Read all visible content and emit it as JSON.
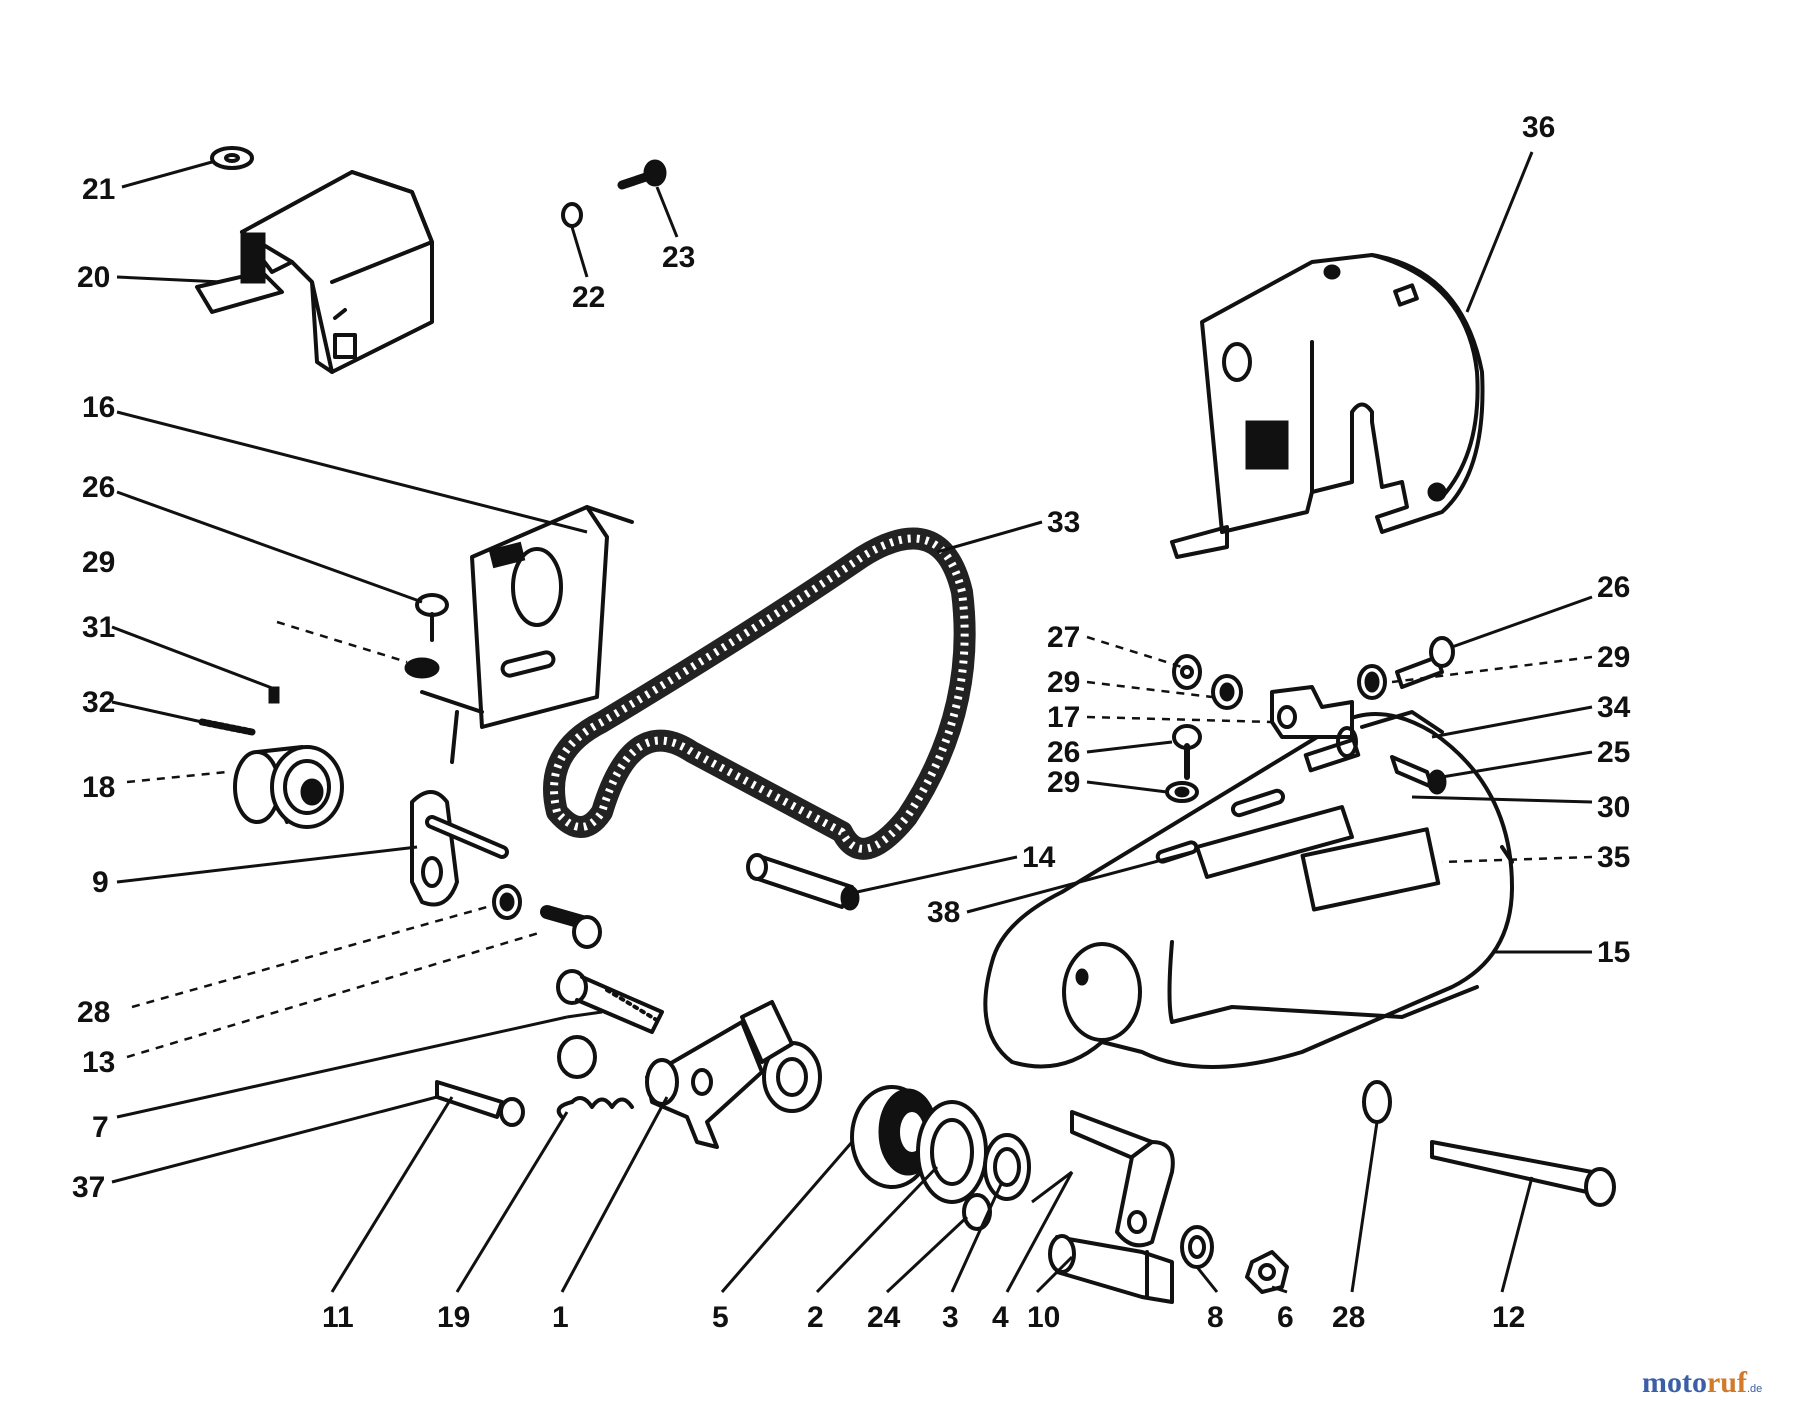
{
  "callouts": {
    "c21": "21",
    "c20": "20",
    "c22": "22",
    "c23": "23",
    "c36": "36",
    "c16": "16",
    "c26a": "26",
    "c29a": "29",
    "c31": "31",
    "c32": "32",
    "c18": "18",
    "c9": "9",
    "c33": "33",
    "c27": "27",
    "c29b": "29",
    "c17": "17",
    "c26b": "26",
    "c29c": "29",
    "c26c": "26",
    "c29d": "29",
    "c34": "34",
    "c25": "25",
    "c30": "30",
    "c35": "35",
    "c15": "15",
    "c14": "14",
    "c38": "38",
    "c28a": "28",
    "c13": "13",
    "c7": "7",
    "c37": "37",
    "c11": "11",
    "c19": "19",
    "c1": "1",
    "c5": "5",
    "c2": "2",
    "c24": "24",
    "c3": "3",
    "c4": "4",
    "c10": "10",
    "c8": "8",
    "c6": "6",
    "c28b": "28",
    "c12": "12"
  },
  "watermark": {
    "part1": "moto",
    "part2": "ruf",
    "suffix": ".de"
  }
}
